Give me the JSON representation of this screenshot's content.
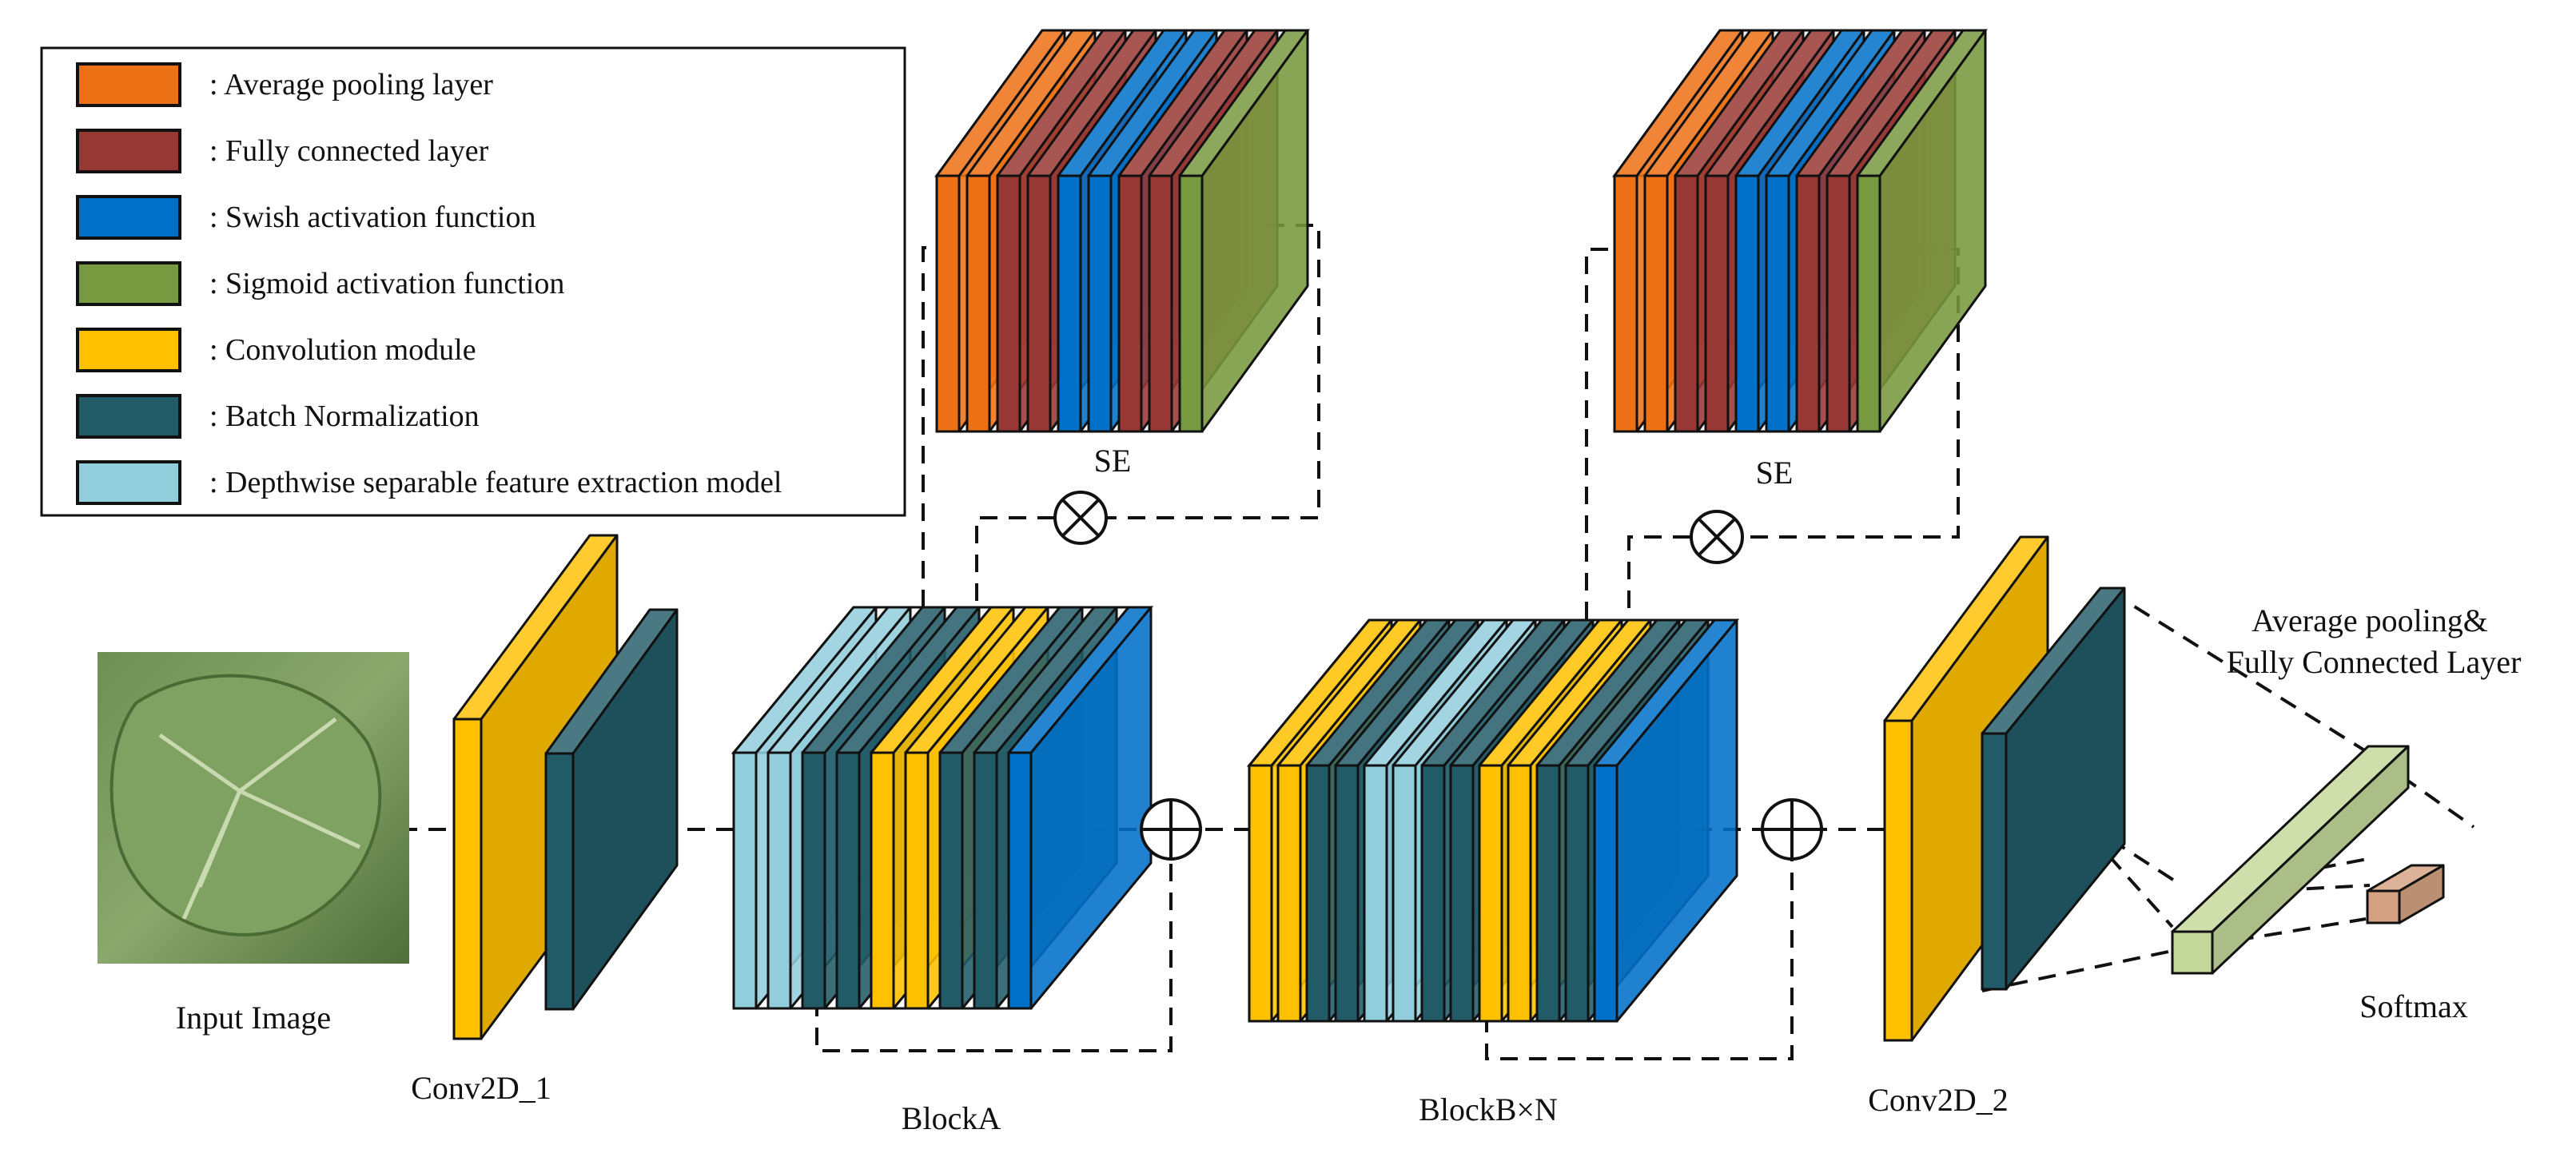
{
  "colors": {
    "avg_pool": "#ee7014",
    "fully_connected": "#983834",
    "swish": "#0070c8",
    "sigmoid": "#77993f",
    "conv": "#ffc000",
    "batch_norm": "#225b68",
    "depthwise": "#92cddc",
    "head_fc": "#c4d89a",
    "softmax": "#d4a282",
    "gap": "#f5f5f5",
    "line": "#111111"
  },
  "legend": {
    "items": [
      {
        "key": "avg_pool",
        "label": ": Average pooling layer"
      },
      {
        "key": "fully_connected",
        "label": ": Fully connected layer"
      },
      {
        "key": "swish",
        "label": ": Swish activation function"
      },
      {
        "key": "sigmoid",
        "label": ": Sigmoid activation function"
      },
      {
        "key": "conv",
        "label": ": Convolution module"
      },
      {
        "key": "batch_norm",
        "label": ": Batch Normalization"
      },
      {
        "key": "depthwise",
        "label": ": Depthwise separable feature extraction model"
      }
    ]
  },
  "labels": {
    "input_image": "Input Image",
    "conv2d_1": "Conv2D_1",
    "block_a": "BlockA",
    "block_b": "BlockB×N",
    "conv2d_2": "Conv2D_2",
    "se_1": "SE",
    "se_2": "SE",
    "head_line1": "Average pooling&",
    "head_line2": "Fully Connected Layer",
    "softmax": "Softmax"
  },
  "stacks": {
    "se_1": [
      "avg_pool",
      "avg_pool",
      "fully_connected",
      "fully_connected",
      "swish",
      "swish",
      "fully_connected",
      "fully_connected",
      "sigmoid"
    ],
    "se_2": [
      "avg_pool",
      "avg_pool",
      "fully_connected",
      "fully_connected",
      "swish",
      "swish",
      "fully_connected",
      "fully_connected",
      "sigmoid"
    ],
    "block_a": [
      "depthwise",
      "depthwise",
      "batch_norm",
      "batch_norm",
      "conv",
      "conv",
      "batch_norm",
      "batch_norm",
      "swish"
    ],
    "block_b": [
      "conv",
      "conv",
      "batch_norm",
      "batch_norm",
      "depthwise",
      "depthwise",
      "batch_norm",
      "batch_norm",
      "conv",
      "conv",
      "batch_norm",
      "batch_norm",
      "swish"
    ]
  }
}
